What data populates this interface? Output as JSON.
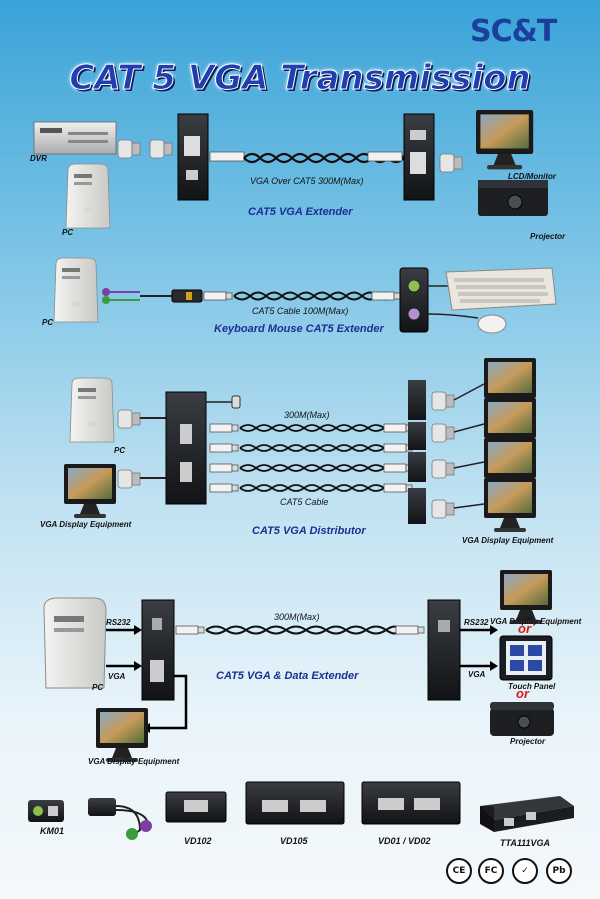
{
  "brand": "SC&T",
  "title": "CAT 5 VGA Transmission",
  "sections": [
    {
      "name": "CAT5 VGA Extender",
      "labels": {
        "dvr": "DVR",
        "pc": "PC",
        "lcd": "LCD/Monitor",
        "projector": "Projector",
        "cable": "VGA Over CAT5 300M(Max)"
      }
    },
    {
      "name": "Keyboard Mouse CAT5 Extender",
      "labels": {
        "pc": "PC",
        "cable": "CAT5 Cable 100M(Max)"
      }
    },
    {
      "name": "CAT5 VGA Distributor",
      "labels": {
        "pc": "PC",
        "vga_in": "VGA Display Equipment",
        "distance": "300M(Max)",
        "cable": "CAT5 Cable",
        "vga_out": "VGA Display Equipment"
      }
    },
    {
      "name": "CAT5 VGA & Data Extender",
      "labels": {
        "distance": "300M(Max)",
        "rs232_left": "RS232",
        "vga_left": "VGA",
        "pc": "PC",
        "vga_display_left": "VGA Display Equipment",
        "rs232_right": "RS232",
        "vga_right": "VGA",
        "vga_display_right": "VGA Display Equipment",
        "or_1": "or",
        "touch_panel": "Touch Panel",
        "or_2": "or",
        "projector": "Projector"
      }
    }
  ],
  "products": [
    "KM01",
    "VD102",
    "VD105",
    "VD01 / VD02",
    "TTA111VGA"
  ],
  "certifications": [
    "CE",
    "FC",
    "✓",
    "Pb"
  ],
  "colors": {
    "title": "#1f3fb0",
    "brand": "#1b3f9c",
    "section": "#1c2f93",
    "accent_red": "#e0181b"
  }
}
